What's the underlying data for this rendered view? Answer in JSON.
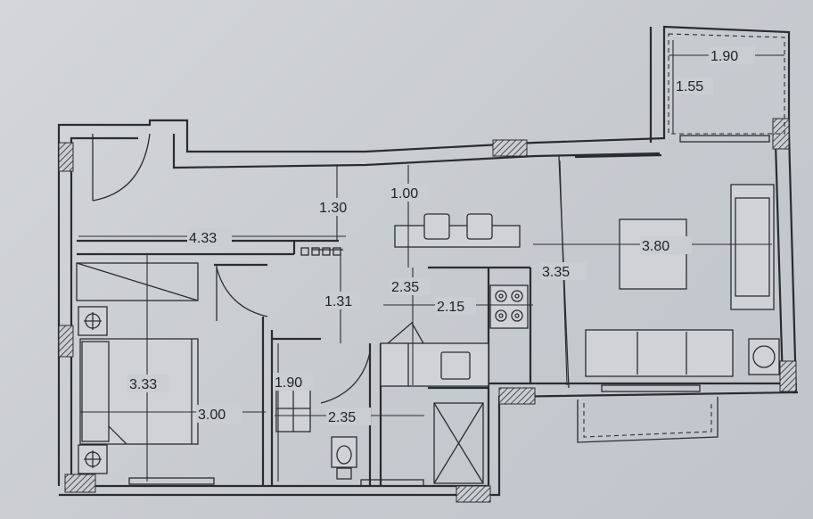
{
  "dimensions": {
    "balcony_width": "1.90",
    "balcony_depth": "1.55",
    "corridor_depth": "1.30",
    "kitchen_depth": "1.00",
    "corridor_length": "4.33",
    "living_width": "3.80",
    "living_depth": "3.35",
    "hall_depth": "1.31",
    "kitchen_width_a": "2.35",
    "kitchen_width_b": "2.15",
    "bedroom_depth": "3.33",
    "bedroom_width": "3.00",
    "bath_depth": "1.90",
    "bath_width": "2.35"
  },
  "colors": {
    "paper": "#c9ced3",
    "ink": "#2a2c30"
  }
}
